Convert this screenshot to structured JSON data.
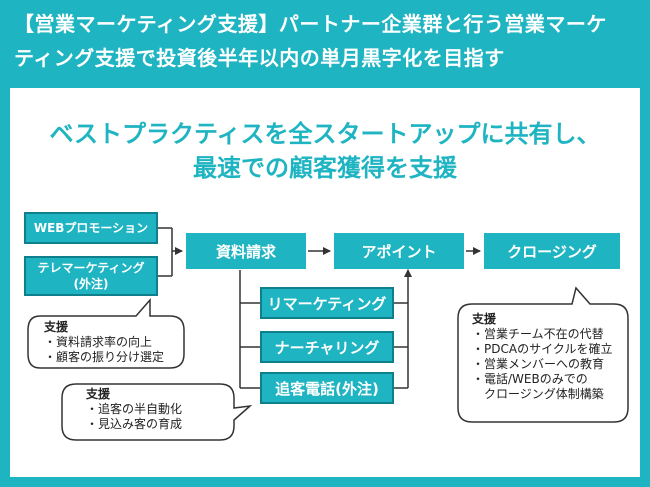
{
  "title": {
    "line1": "【営業マーケティング支援】パートナー企業群と行う営業マーケ",
    "line2": "ティング支援で投資後半年以内の単月黒字化を目指す"
  },
  "headline": {
    "line1": "ベストプラクティスを全スタートアップに共有し、",
    "line2": "最速での顧客獲得を支援"
  },
  "sources": {
    "web": "WEBプロモーション",
    "tele_line1": "テレマーケティング",
    "tele_line2": "(外注)"
  },
  "flow": {
    "step1": "資料請求",
    "step2": "アポイント",
    "step3": "クロージング"
  },
  "nurture": {
    "remarketing": "リマーケティング",
    "nurturing": "ナーチャリング",
    "followcall": "追客電話(外注)"
  },
  "bubbles": {
    "left": {
      "title": "支援",
      "items": [
        "・資料請求率の向上",
        "・顧客の振り分け選定"
      ]
    },
    "middle": {
      "title": "支援",
      "items": [
        "・追客の半自動化",
        "・見込み客の育成"
      ]
    },
    "right": {
      "title": "支援",
      "items": [
        "・営業チーム不在の代替",
        "・PDCAのサイクルを確立",
        "・営業メンバーへの教育",
        "・電話/WEBのみでの",
        "　クロージング体制構築"
      ]
    }
  },
  "colors": {
    "teal": "#1fb4c2",
    "dark_teal": "#0f7f8c",
    "line": "#333333",
    "white": "#ffffff"
  }
}
